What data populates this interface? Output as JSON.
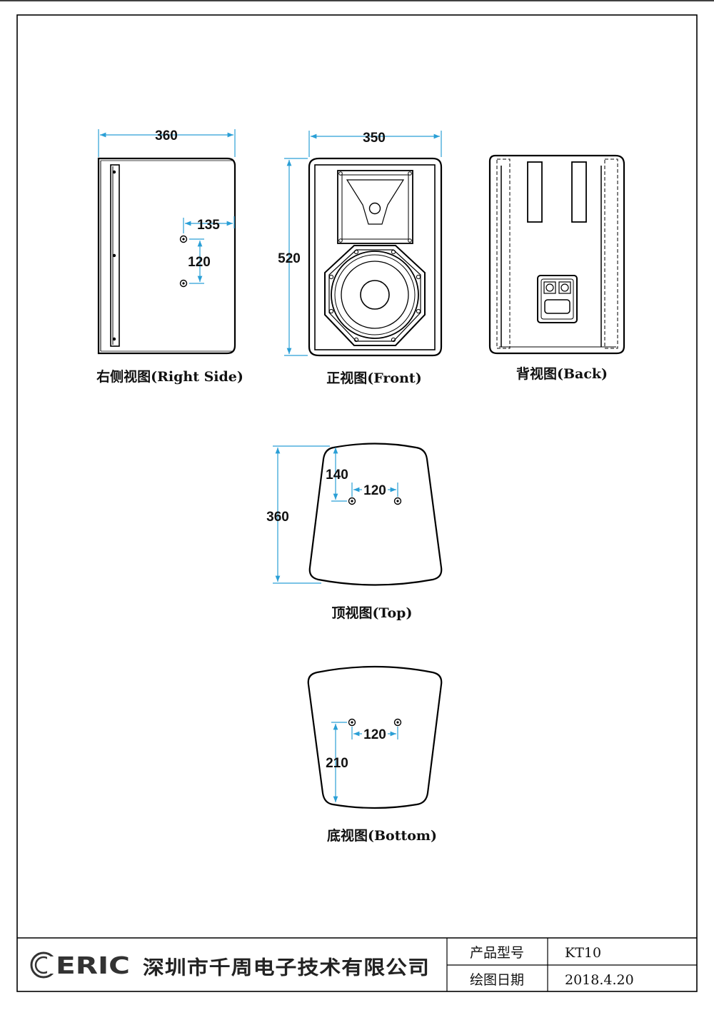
{
  "views": {
    "right_side": {
      "caption": "右侧视图(Right Side)",
      "dim_width": "360",
      "dim_offset": "135",
      "dim_hole_spacing": "120"
    },
    "front": {
      "caption": "正视图(Front)",
      "dim_width": "350",
      "dim_height": "520"
    },
    "back": {
      "caption": "背视图(Back)"
    },
    "top": {
      "caption": "顶视图(Top)",
      "dim_depth": "360",
      "dim_offset": "140",
      "dim_hole_spacing": "120"
    },
    "bottom": {
      "caption": "底视图(Bottom)",
      "dim_offset": "210",
      "dim_hole_spacing": "120"
    }
  },
  "title_block": {
    "logo_text": "ERIC",
    "company": "深圳市千周电子技术有限公司",
    "model_label": "产品型号",
    "model_value": "KT10",
    "date_label": "绘图日期",
    "date_value": "2018.4.20"
  },
  "colors": {
    "dimension": "#2a9fd6",
    "outline": "#000000"
  }
}
